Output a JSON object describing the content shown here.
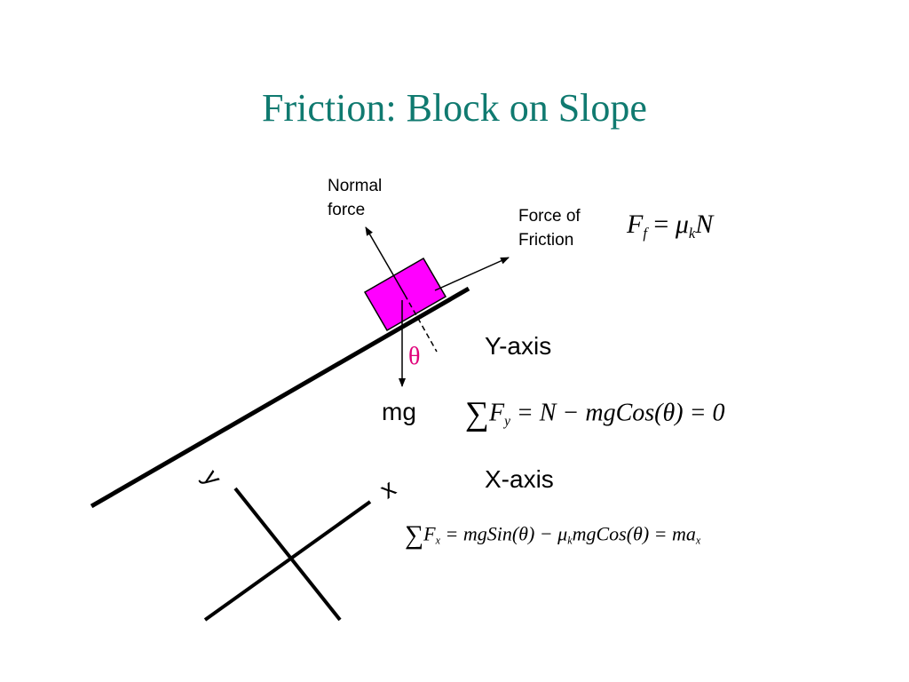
{
  "title": "Friction: Block on Slope",
  "labels": {
    "normal_force_line1": "Normal",
    "normal_force_line2": "force",
    "friction_line1": "Force of",
    "friction_line2": "Friction",
    "weight": "mg",
    "theta": "θ",
    "y_axis_heading": "Y-axis",
    "x_axis_heading": "X-axis",
    "axis_y": "y",
    "axis_x": "x"
  },
  "equations": {
    "friction": {
      "lhs": "F",
      "lhs_sub": "f",
      "eq": "=",
      "mu": "μ",
      "mu_sub": "k",
      "rhs": "N"
    },
    "sum_y": {
      "sigma": "∑",
      "f": "F",
      "sub": "y",
      "body": " = N − mgCos(θ) = 0"
    },
    "sum_x": {
      "sigma": "∑",
      "f": "F",
      "sub": "x",
      "body1": " = mgSin(θ) − ",
      "mu": "μ",
      "mu_sub": "k",
      "body2": "mgCos(θ) = ma",
      "tail_sub": "x"
    }
  },
  "colors": {
    "title": "#107a70",
    "block": "#ff00ff",
    "theta": "#e0007a",
    "lines": "#000000"
  }
}
